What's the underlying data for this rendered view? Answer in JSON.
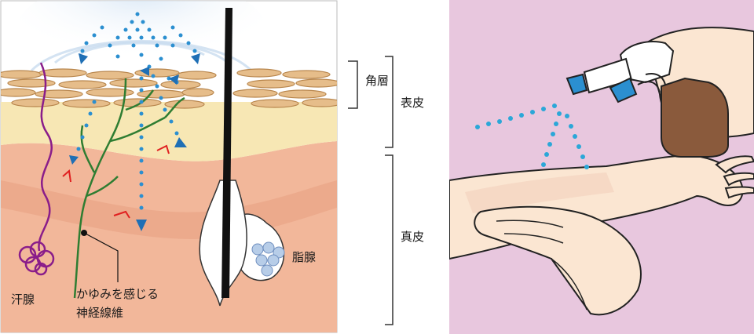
{
  "skin_diagram": {
    "labels": {
      "stratum_corneum": "角層",
      "epidermis": "表皮",
      "dermis": "真皮",
      "sebaceous_gland": "脂腺",
      "sweat_gland": "汗腺",
      "itch_nerve_line1": "かゆみを感じる",
      "itch_nerve_line2": "神経線維"
    },
    "colors": {
      "spray_dot": "#2b8fd0",
      "dermis": "#f2b79a",
      "epidermis": "#f7e7b4",
      "corneum_cell": "#e6bd8a",
      "nerve": "#2f7d32",
      "sweat_gland": "#8a1d8a",
      "hair": "#111111",
      "itch_mark": "#e02020"
    }
  },
  "spray_scene": {
    "colors": {
      "background": "#e8c7de",
      "skin": "#fbe6d2",
      "bottle": "#8a5a3c",
      "nozzle": "#2b8fd0",
      "spray_dot": "#2ba7d8"
    }
  }
}
